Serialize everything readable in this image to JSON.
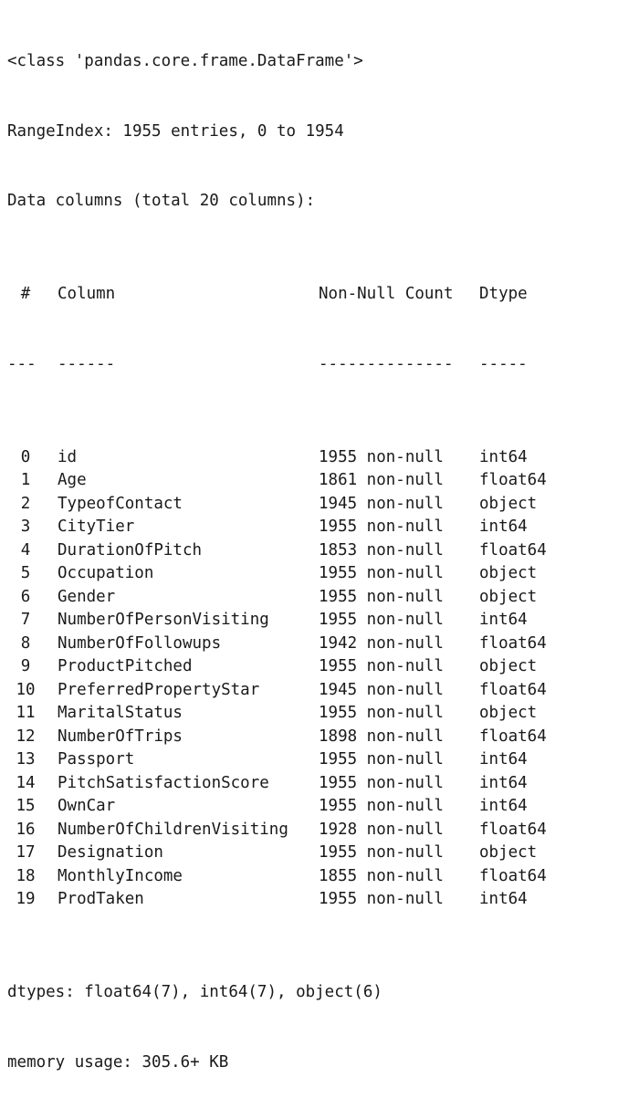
{
  "header": {
    "class_line": "<class 'pandas.core.frame.DataFrame'>",
    "range_index": "RangeIndex: 1955 entries, 0 to 1954",
    "data_columns": "Data columns (total 20 columns):"
  },
  "table": {
    "headers": {
      "idx": "#",
      "column": "Column",
      "count": "Non-Null Count",
      "dtype": "Dtype"
    },
    "separators": {
      "idx": "---",
      "column": "------",
      "count": "--------------",
      "dtype": "-----"
    },
    "rows": [
      {
        "idx": "0",
        "column": "id",
        "count": "1955 non-null",
        "dtype": "int64"
      },
      {
        "idx": "1",
        "column": "Age",
        "count": "1861 non-null",
        "dtype": "float64"
      },
      {
        "idx": "2",
        "column": "TypeofContact",
        "count": "1945 non-null",
        "dtype": "object"
      },
      {
        "idx": "3",
        "column": "CityTier",
        "count": "1955 non-null",
        "dtype": "int64"
      },
      {
        "idx": "4",
        "column": "DurationOfPitch",
        "count": "1853 non-null",
        "dtype": "float64"
      },
      {
        "idx": "5",
        "column": "Occupation",
        "count": "1955 non-null",
        "dtype": "object"
      },
      {
        "idx": "6",
        "column": "Gender",
        "count": "1955 non-null",
        "dtype": "object"
      },
      {
        "idx": "7",
        "column": "NumberOfPersonVisiting",
        "count": "1955 non-null",
        "dtype": "int64"
      },
      {
        "idx": "8",
        "column": "NumberOfFollowups",
        "count": "1942 non-null",
        "dtype": "float64"
      },
      {
        "idx": "9",
        "column": "ProductPitched",
        "count": "1955 non-null",
        "dtype": "object"
      },
      {
        "idx": "10",
        "column": "PreferredPropertyStar",
        "count": "1945 non-null",
        "dtype": "float64"
      },
      {
        "idx": "11",
        "column": "MaritalStatus",
        "count": "1955 non-null",
        "dtype": "object"
      },
      {
        "idx": "12",
        "column": "NumberOfTrips",
        "count": "1898 non-null",
        "dtype": "float64"
      },
      {
        "idx": "13",
        "column": "Passport",
        "count": "1955 non-null",
        "dtype": "int64"
      },
      {
        "idx": "14",
        "column": "PitchSatisfactionScore",
        "count": "1955 non-null",
        "dtype": "int64"
      },
      {
        "idx": "15",
        "column": "OwnCar",
        "count": "1955 non-null",
        "dtype": "int64"
      },
      {
        "idx": "16",
        "column": "NumberOfChildrenVisiting",
        "count": "1928 non-null",
        "dtype": "float64"
      },
      {
        "idx": "17",
        "column": "Designation",
        "count": "1955 non-null",
        "dtype": "object"
      },
      {
        "idx": "18",
        "column": "MonthlyIncome",
        "count": "1855 non-null",
        "dtype": "float64"
      },
      {
        "idx": "19",
        "column": "ProdTaken",
        "count": "1955 non-null",
        "dtype": "int64"
      }
    ]
  },
  "footer": {
    "dtypes": "dtypes: float64(7), int64(7), object(6)",
    "memory": "memory usage: 305.6+ KB"
  }
}
